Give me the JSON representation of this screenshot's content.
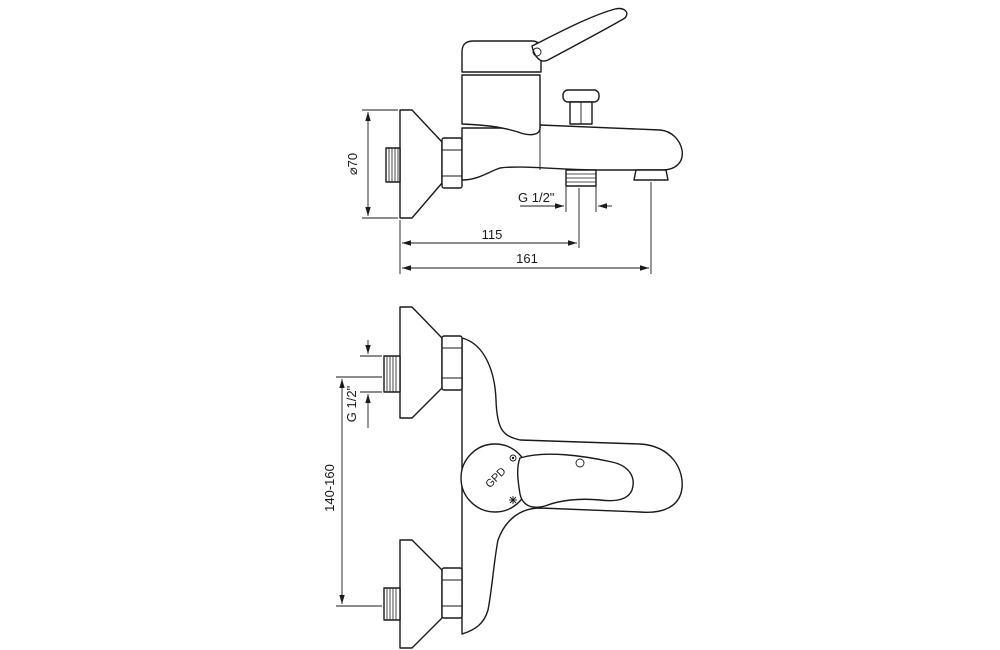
{
  "dimensions": {
    "flange_diameter": "⌀70",
    "thread_side": "G 1/2\"",
    "length_to_outlet": "115",
    "total_length": "161",
    "thread_front": "G 1/2\"",
    "inlet_spacing": "140-160"
  },
  "logo": {
    "text": "GPD"
  },
  "icons": [
    "hot-water-icon",
    "cold-water-icon"
  ],
  "colors": {
    "line": "#1a1a1a",
    "background": "#ffffff"
  }
}
